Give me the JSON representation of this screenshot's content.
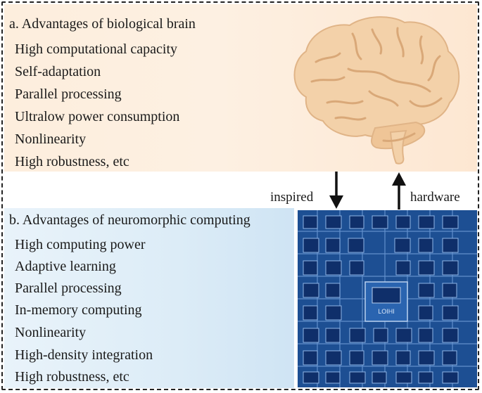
{
  "panel_a": {
    "title": "a. Advantages of biological brain",
    "items": [
      "High computational capacity",
      "Self-adaptation",
      "Parallel processing",
      "Ultralow power consumption",
      "Nonlinearity",
      "High robustness, etc"
    ]
  },
  "panel_b": {
    "title": "b. Advantages of  neuromorphic computing",
    "items": [
      "High computing power",
      "Adaptive learning",
      "Parallel processing",
      "In-memory computing",
      "Nonlinearity",
      "High-density integration",
      "High robustness, etc"
    ]
  },
  "arrows": {
    "down_label": "inspired",
    "up_label": "hardware"
  },
  "chip": {
    "label": "LOIHI"
  },
  "colors": {
    "brain": "#f3d1a9",
    "brain_stroke": "#e0b487",
    "chip": "#1d4f93",
    "chip_dark": "#0f2f6a"
  }
}
